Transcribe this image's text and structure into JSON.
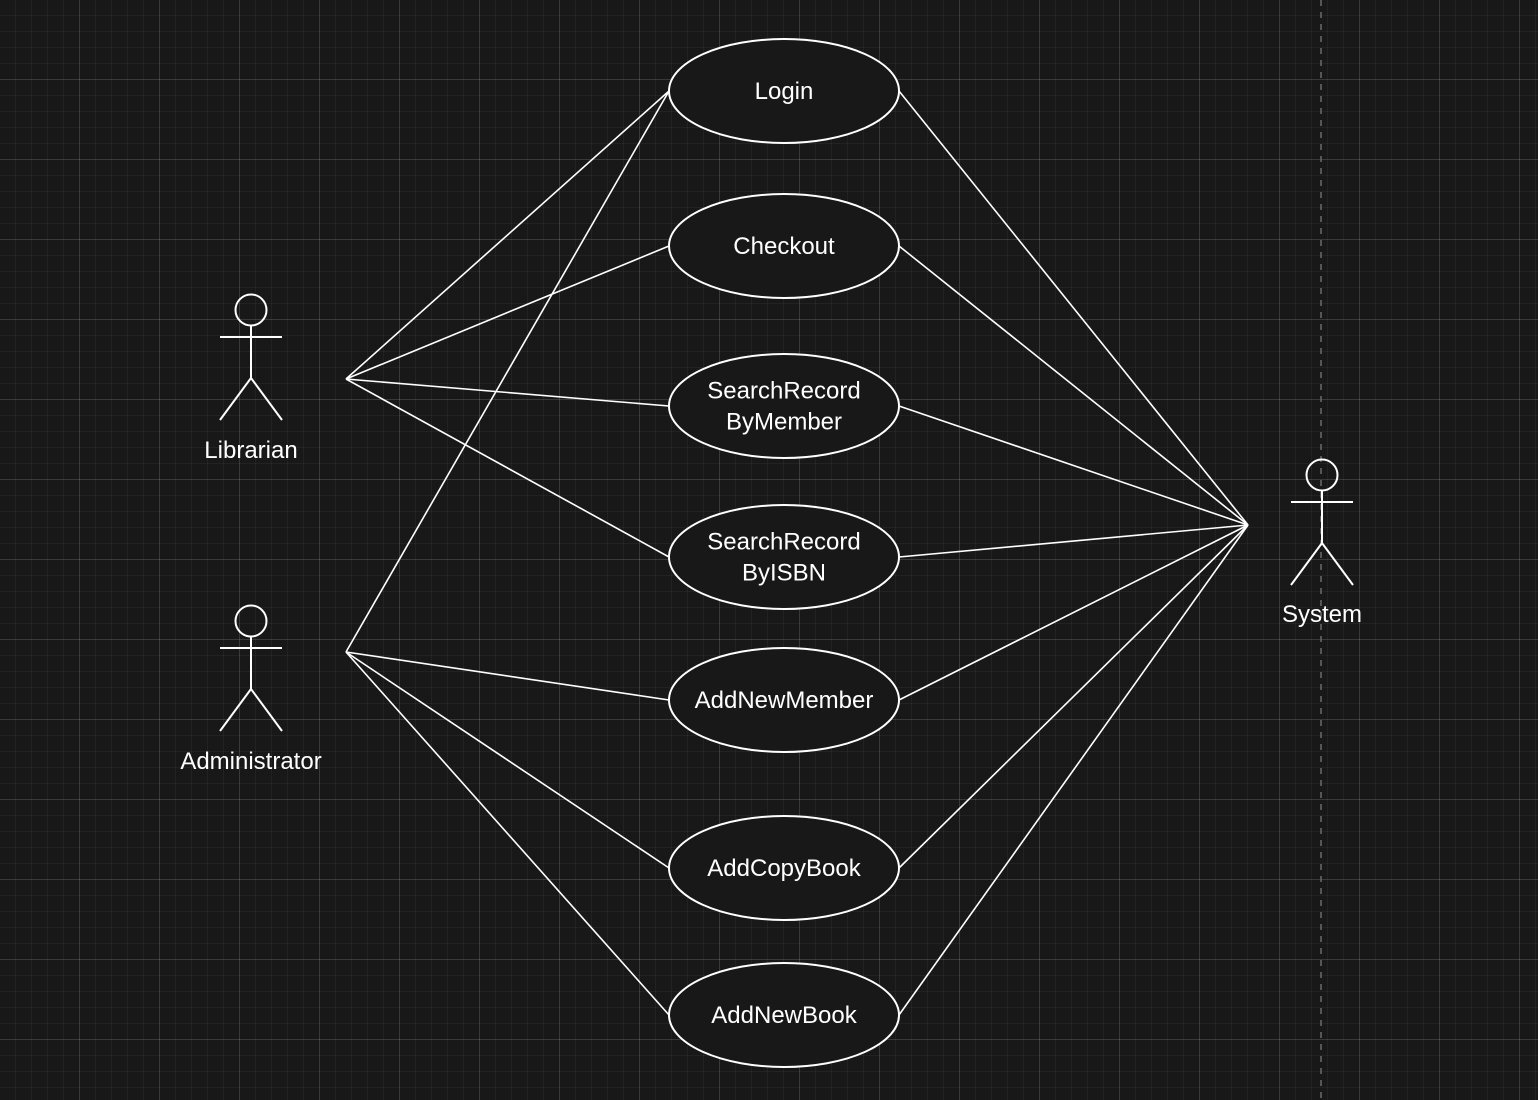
{
  "diagram": {
    "type": "uml-use-case",
    "actors": [
      {
        "id": "librarian",
        "label": "Librarian"
      },
      {
        "id": "administrator",
        "label": "Administrator"
      },
      {
        "id": "system",
        "label": "System"
      }
    ],
    "use_cases": [
      {
        "id": "login",
        "lines": [
          "Login"
        ]
      },
      {
        "id": "checkout",
        "lines": [
          "Checkout"
        ]
      },
      {
        "id": "search-member",
        "lines": [
          "SearchRecord",
          "ByMember"
        ]
      },
      {
        "id": "search-isbn",
        "lines": [
          "SearchRecord",
          "ByISBN"
        ]
      },
      {
        "id": "add-member",
        "lines": [
          "AddNewMember"
        ]
      },
      {
        "id": "add-copy",
        "lines": [
          "AddCopyBook"
        ]
      },
      {
        "id": "add-book",
        "lines": [
          "AddNewBook"
        ]
      }
    ],
    "associations": [
      {
        "from": "librarian",
        "to": "login"
      },
      {
        "from": "librarian",
        "to": "checkout"
      },
      {
        "from": "librarian",
        "to": "search-member"
      },
      {
        "from": "librarian",
        "to": "search-isbn"
      },
      {
        "from": "administrator",
        "to": "login"
      },
      {
        "from": "administrator",
        "to": "add-member"
      },
      {
        "from": "administrator",
        "to": "add-copy"
      },
      {
        "from": "administrator",
        "to": "add-book"
      },
      {
        "from": "system",
        "to": "login"
      },
      {
        "from": "system",
        "to": "checkout"
      },
      {
        "from": "system",
        "to": "search-member"
      },
      {
        "from": "system",
        "to": "search-isbn"
      },
      {
        "from": "system",
        "to": "add-member"
      },
      {
        "from": "system",
        "to": "add-copy"
      },
      {
        "from": "system",
        "to": "add-book"
      }
    ],
    "colors": {
      "background": "#181818",
      "stroke": "#ffffff",
      "text": "#ffffff"
    }
  }
}
